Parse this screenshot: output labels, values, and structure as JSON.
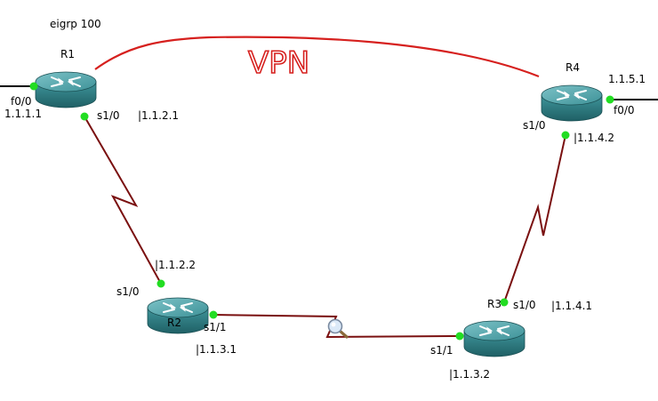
{
  "protocol_label": "eigrp 100",
  "vpn_label": "VPN",
  "routers": {
    "r1": {
      "name": "R1",
      "f0_label": "f0/0",
      "f0_ip": "1.1.1.1",
      "s1_0_label": "s1/0",
      "s1_0_ip": "|1.1.2.1"
    },
    "r2": {
      "name": "R2",
      "s1_0_label": "s1/0",
      "s1_0_ip": "|1.1.2.2",
      "s1_1_label": "s1/1",
      "s1_1_ip": "|1.1.3.1"
    },
    "r3": {
      "name": "R3",
      "s1_0_label": "s1/0",
      "s1_0_ip": "|1.1.4.1",
      "s1_1_label": "s1/1",
      "s1_1_ip": "|1.1.3.2"
    },
    "r4": {
      "name": "R4",
      "f0_label": "f0/0",
      "f0_ip": "1.1.5.1",
      "s1_0_label": "s1/0",
      "s1_0_ip": "|1.1.4.2"
    }
  },
  "colors": {
    "serial_link": "#7a1010",
    "vpn": "#d6201e",
    "port_dot": "#22dd22",
    "router_top": "#4fa3a8",
    "router_body": "#2f7e84"
  }
}
